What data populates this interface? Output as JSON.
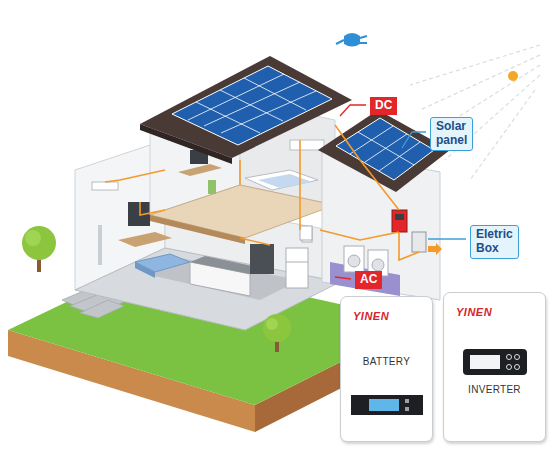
{
  "diagram": {
    "nodes": [
      {
        "text": [
          "DC"
        ]
      },
      {
        "text": [
          "Solar panel"
        ]
      },
      {
        "text": [
          "Eletric Box"
        ]
      },
      {
        "text": [
          "AC"
        ]
      },
      {
        "text": [
          "YINEN",
          "BATTERY"
        ]
      },
      {
        "text": [
          "YINEN",
          "INVERTER"
        ]
      }
    ]
  }
}
